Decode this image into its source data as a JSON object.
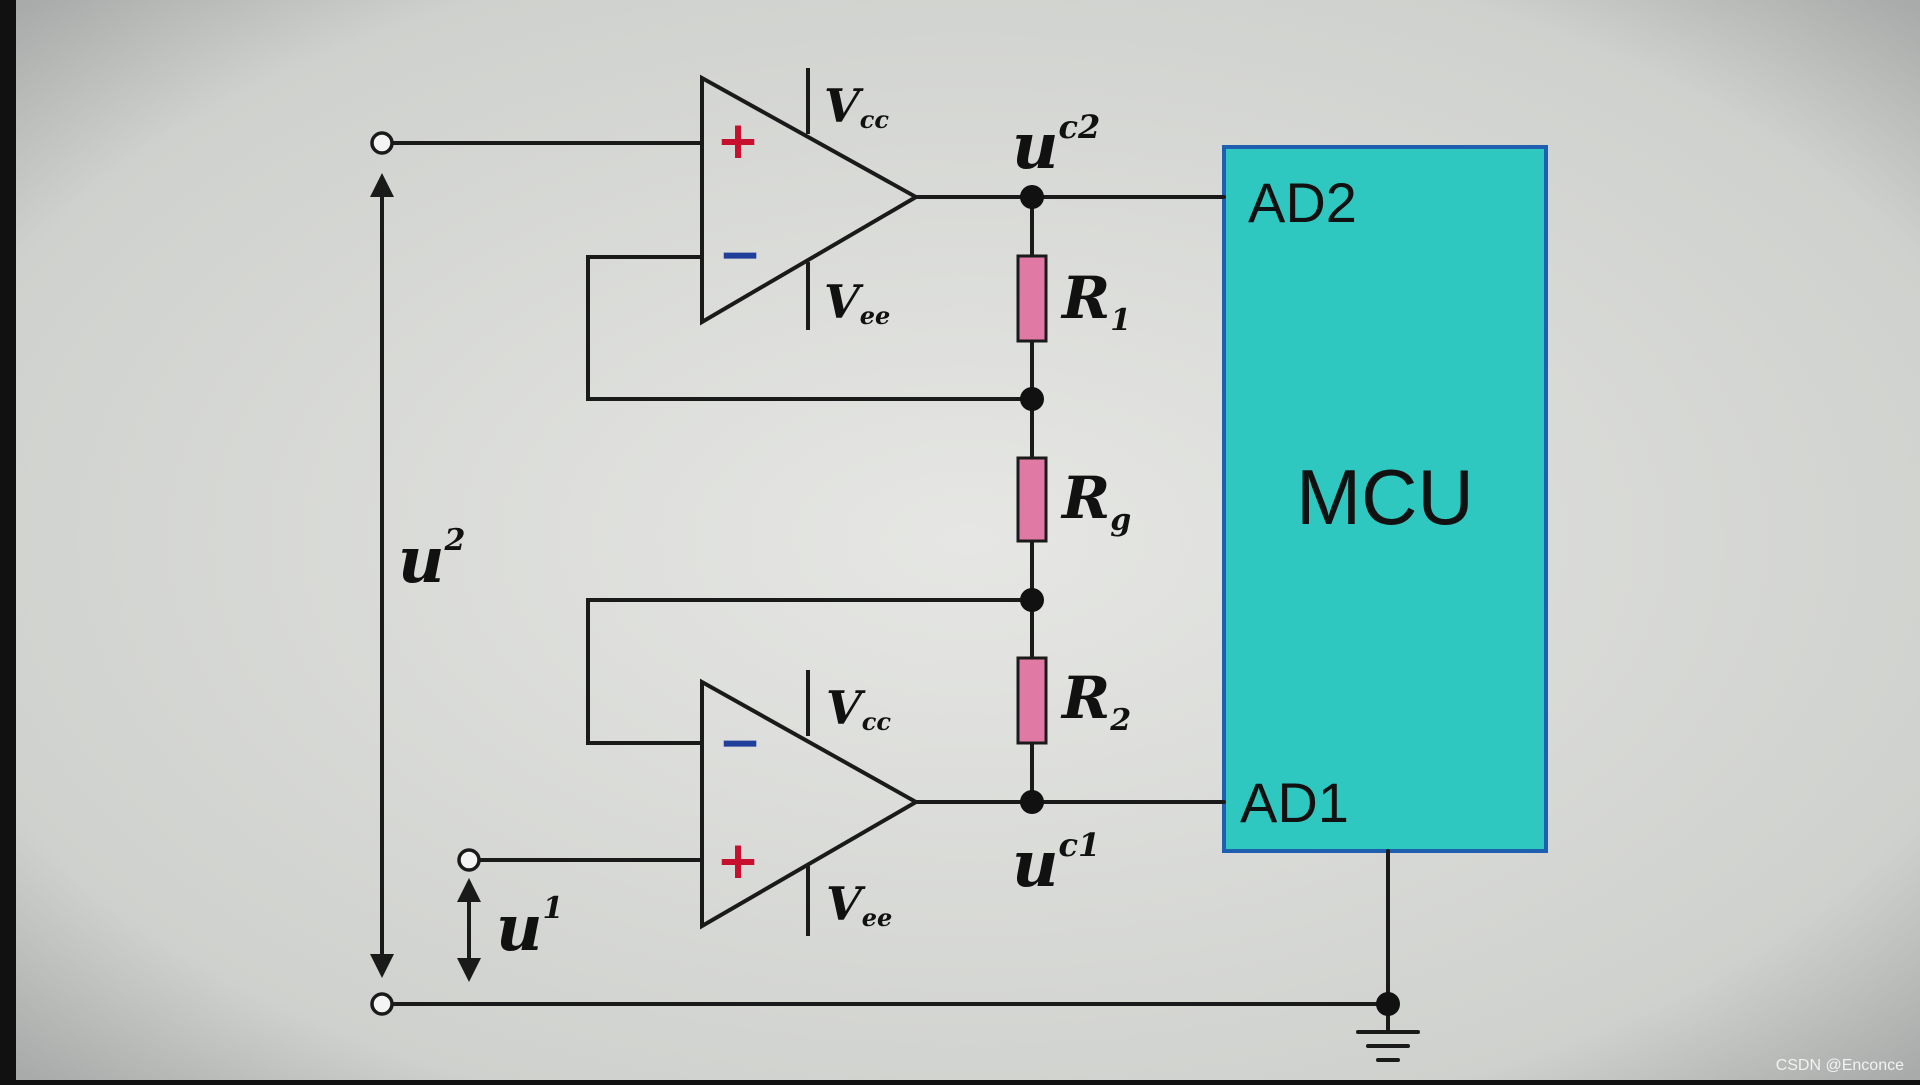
{
  "diagram": {
    "colors": {
      "background": "#d9dbd8",
      "mcu_fill": "#2ec8c0",
      "mcu_border": "#1f5fb0",
      "resistor_fill": "#e07aa4",
      "plus_sign": "#c8102e",
      "minus_sign": "#1f3f9a"
    },
    "mcu": {
      "label": "MCU",
      "pin_top": "AD2",
      "pin_bottom": "AD1"
    },
    "opamp_top": {
      "plus": "+",
      "minus": "−",
      "supply_pos": "V",
      "supply_pos_sub": "cc",
      "supply_neg": "V",
      "supply_neg_sub": "ee"
    },
    "opamp_bottom": {
      "plus": "+",
      "minus": "−",
      "supply_pos": "V",
      "supply_pos_sub": "cc",
      "supply_neg": "V",
      "supply_neg_sub": "ee"
    },
    "resistors": {
      "r1": {
        "name": "R",
        "sub": "1"
      },
      "rg": {
        "name": "R",
        "sub": "g"
      },
      "r2": {
        "name": "R",
        "sub": "2"
      }
    },
    "voltages": {
      "uc2": {
        "name": "u",
        "sup": "c2"
      },
      "uc1": {
        "name": "u",
        "sup": "c1"
      },
      "u2": {
        "name": "u",
        "sup": "2"
      },
      "u1": {
        "name": "u",
        "sup": "1"
      }
    },
    "ground_icon": "ground-icon",
    "watermark": "CSDN @Enconce"
  }
}
